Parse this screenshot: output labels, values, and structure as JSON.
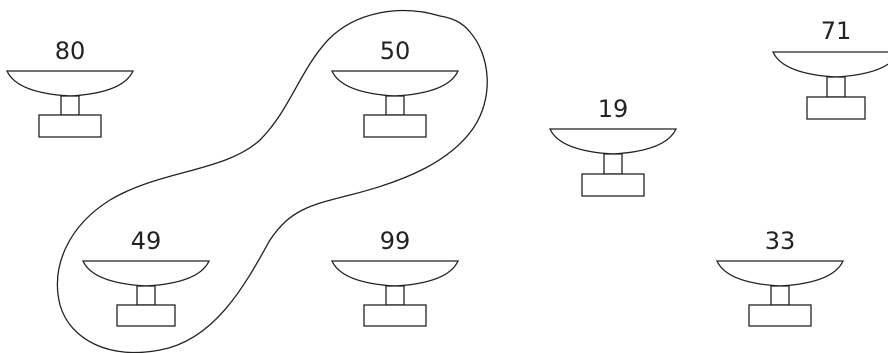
{
  "dishes": [
    {
      "id": "dish-80",
      "label": "80"
    },
    {
      "id": "dish-50",
      "label": "50"
    },
    {
      "id": "dish-19",
      "label": "19"
    },
    {
      "id": "dish-71",
      "label": "71"
    },
    {
      "id": "dish-49",
      "label": "49"
    },
    {
      "id": "dish-99",
      "label": "99"
    },
    {
      "id": "dish-33",
      "label": "33"
    }
  ],
  "grouping": {
    "enclosed": [
      "50",
      "49"
    ]
  }
}
